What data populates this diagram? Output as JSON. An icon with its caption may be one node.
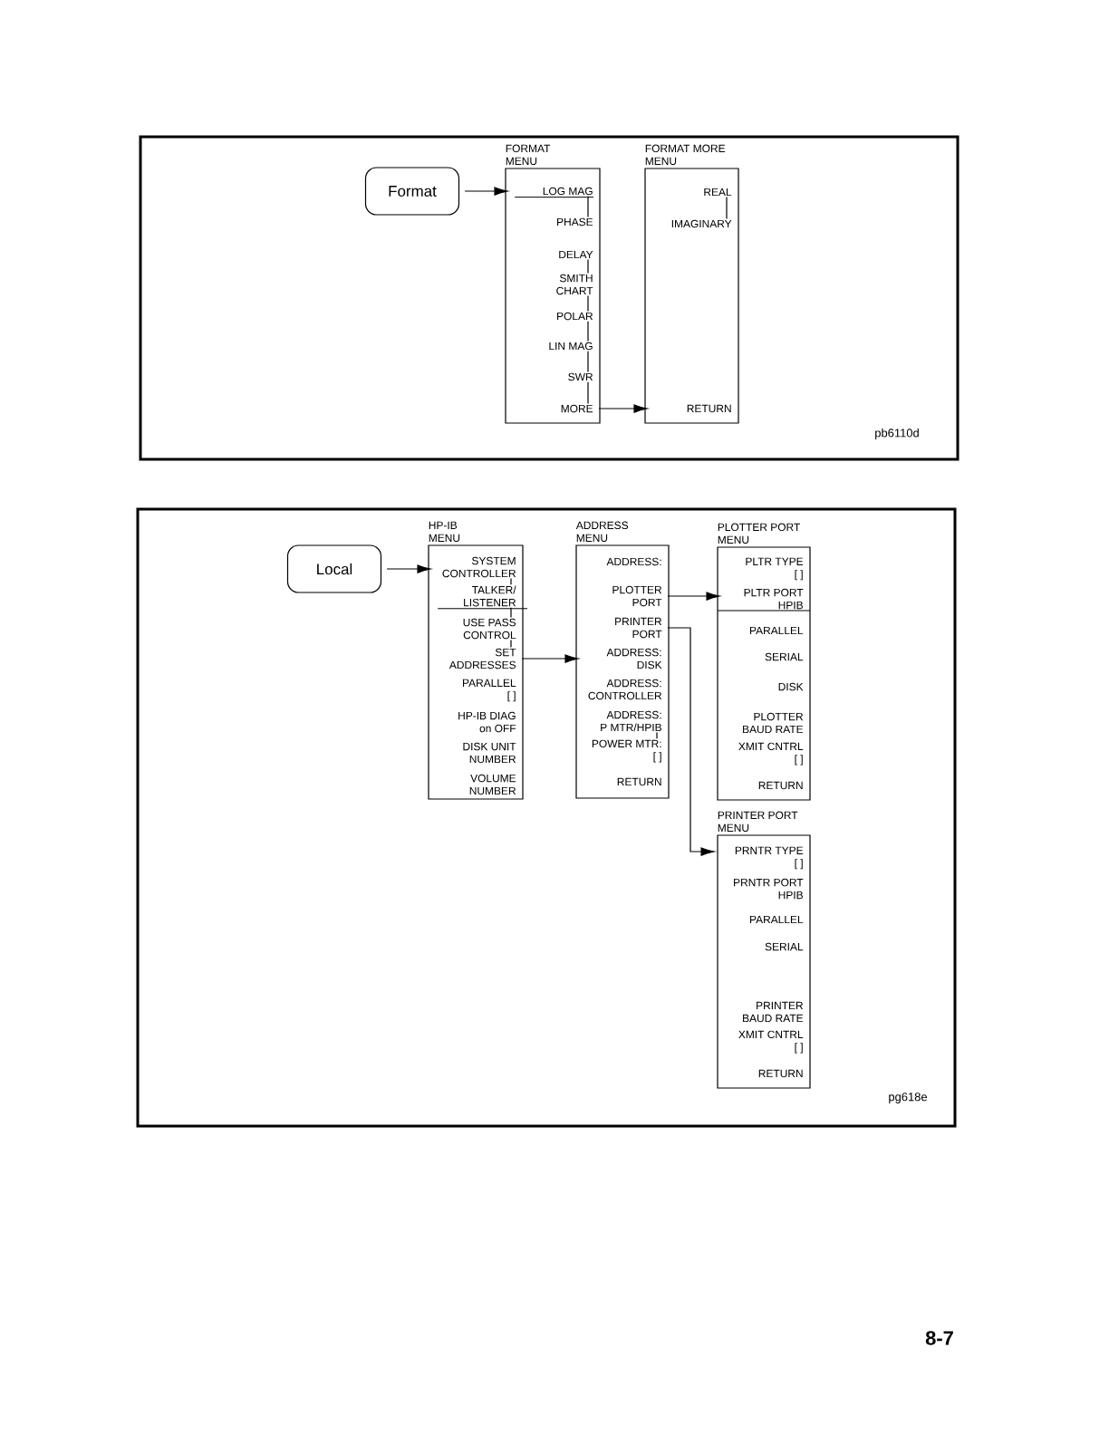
{
  "diagram": {
    "nodes": [
      {
        "text": [
          "Format"
        ]
      },
      {
        "text": [
          "FORMAT MENU"
        ]
      },
      {
        "text": [
          "LOG MAG"
        ],
        "in": 1
      },
      {
        "text": [
          "PHASE"
        ],
        "in": 1
      },
      {
        "text": [
          "DELAY"
        ],
        "in": 1
      },
      {
        "text": [
          "SMITH CHART"
        ],
        "in": 1
      },
      {
        "text": [
          "POLAR"
        ],
        "in": 1
      },
      {
        "text": [
          "LIN MAG"
        ],
        "in": 1
      },
      {
        "text": [
          "SWR"
        ],
        "in": 1
      },
      {
        "text": [
          "MORE"
        ],
        "in": 1
      },
      {
        "text": [
          "FORMAT MORE MENU"
        ]
      },
      {
        "text": [
          "REAL"
        ],
        "in": 10
      },
      {
        "text": [
          "IMAGINARY"
        ],
        "in": 10
      },
      {
        "text": [
          "RETURN"
        ],
        "in": 10
      },
      {
        "text": [
          "Local"
        ]
      },
      {
        "text": [
          "HP-IB MENU"
        ]
      },
      {
        "text": [
          "SYSTEM CONTROLLER"
        ],
        "in": 15
      },
      {
        "text": [
          "TALKER/ LISTENER"
        ],
        "in": 15
      },
      {
        "text": [
          "USE PASS CONTROL"
        ],
        "in": 15
      },
      {
        "text": [
          "SET ADDRESSES"
        ],
        "in": 15
      },
      {
        "text": [
          "PARALLEL [ ]"
        ],
        "in": 15
      },
      {
        "text": [
          "HP-IB DIAG on OFF"
        ],
        "in": 15
      },
      {
        "text": [
          "DISK UNIT NUMBER"
        ],
        "in": 15
      },
      {
        "text": [
          "VOLUME NUMBER"
        ],
        "in": 15
      },
      {
        "text": [
          "ADDRESS MENU"
        ]
      },
      {
        "text": [
          "ADDRESS:"
        ],
        "in": 24
      },
      {
        "text": [
          "PLOTTER PORT"
        ],
        "in": 24
      },
      {
        "text": [
          "PRINTER PORT"
        ],
        "in": 24
      },
      {
        "text": [
          "ADDRESS: DISK"
        ],
        "in": 24
      },
      {
        "text": [
          "ADDRESS: CONTROLLER"
        ],
        "in": 24
      },
      {
        "text": [
          "ADDRESS: P MTR/HPIB"
        ],
        "in": 24
      },
      {
        "text": [
          "POWER MTR: [ ]"
        ],
        "in": 24
      },
      {
        "text": [
          "RETURN"
        ],
        "in": 24
      },
      {
        "text": [
          "PLOTTER PORT MENU"
        ]
      },
      {
        "text": [
          "PLTR TYPE [ ]"
        ],
        "in": 33
      },
      {
        "text": [
          "PLTR PORT HPIB"
        ],
        "in": 33
      },
      {
        "text": [
          "PARALLEL"
        ],
        "in": 33
      },
      {
        "text": [
          "SERIAL"
        ],
        "in": 33
      },
      {
        "text": [
          "DISK"
        ],
        "in": 33
      },
      {
        "text": [
          "PLOTTER BAUD RATE"
        ],
        "in": 33
      },
      {
        "text": [
          "XMIT CNTRL [ ]"
        ],
        "in": 33
      },
      {
        "text": [
          "RETURN"
        ],
        "in": 33
      },
      {
        "text": [
          "PRINTER PORT MENU"
        ]
      },
      {
        "text": [
          "PRNTR TYPE [ ]"
        ],
        "in": 42
      },
      {
        "text": [
          "PRNTR PORT HPIB"
        ],
        "in": 42
      },
      {
        "text": [
          "PARALLEL"
        ],
        "in": 42
      },
      {
        "text": [
          "SERIAL"
        ],
        "in": 42
      },
      {
        "text": [
          "PRINTER BAUD RATE"
        ],
        "in": 42
      },
      {
        "text": [
          "XMIT CNTRL [ ]"
        ],
        "in": 42
      },
      {
        "text": [
          "RETURN"
        ],
        "in": 42
      }
    ],
    "edges": [
      {
        "from": 0,
        "to": 1,
        "arrow": "to"
      },
      {
        "from": 2,
        "to": 3,
        "arrow": "none"
      },
      {
        "from": 4,
        "to": 5,
        "arrow": "none"
      },
      {
        "from": 5,
        "to": 6,
        "arrow": "none"
      },
      {
        "from": 6,
        "to": 7,
        "arrow": "none"
      },
      {
        "from": 7,
        "to": 8,
        "arrow": "none"
      },
      {
        "from": 8,
        "to": 9,
        "arrow": "none"
      },
      {
        "from": 9,
        "to": 10,
        "arrow": "to"
      },
      {
        "from": 11,
        "to": 12,
        "arrow": "none"
      },
      {
        "from": 14,
        "to": 15,
        "arrow": "to"
      },
      {
        "from": 16,
        "to": 17,
        "arrow": "none"
      },
      {
        "from": 17,
        "to": 18,
        "arrow": "none"
      },
      {
        "from": 18,
        "to": 19,
        "arrow": "none"
      },
      {
        "from": 19,
        "to": 24,
        "arrow": "to"
      },
      {
        "from": 26,
        "to": 33,
        "arrow": "to"
      },
      {
        "from": 27,
        "to": 42,
        "arrow": "to"
      },
      {
        "from": 30,
        "to": 31,
        "arrow": "none"
      }
    ],
    "labels": [
      "pb6110d",
      "pg618e",
      "8-7"
    ]
  }
}
